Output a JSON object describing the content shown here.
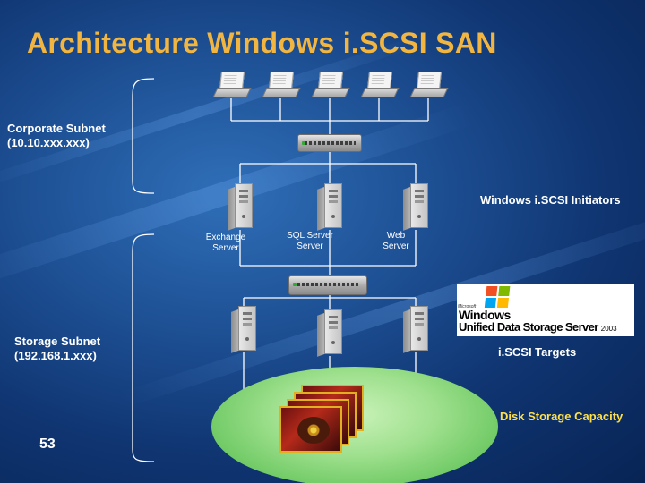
{
  "title": "Architecture  Windows i.SCSI SAN",
  "corporate_subnet": {
    "name": "Corporate Subnet",
    "range": "(10.10.xxx.xxx)"
  },
  "storage_subnet": {
    "name": "Storage Subnet",
    "range": "(192.168.1.xxx)"
  },
  "initiators_label": "Windows i.SCSI Initiators",
  "servers": [
    {
      "line1": "Exchange",
      "line2": "Server"
    },
    {
      "line1": "SQL Server",
      "line2": "Server"
    },
    {
      "line1": "Web",
      "line2": "Server"
    }
  ],
  "windows_logo": {
    "microsoft": "Microsoft",
    "windows": "Windows",
    "product": "Unified Data Storage Server",
    "year": "2003",
    "flag_colors": [
      "#f25022",
      "#7fba00",
      "#00a4ef",
      "#ffb900"
    ]
  },
  "targets_label": "i.SCSI Targets",
  "disk_label": "Disk Storage Capacity",
  "page_number": "53",
  "colors": {
    "title": "#f2b640",
    "disk_label": "#ffe04a",
    "background": "#1d4f93",
    "disk_pool": "#9fe08e"
  },
  "icons": {
    "clients": "laptop-icon",
    "hub": "network-switch-icon",
    "servers": "server-tower-icon",
    "storage": "hard-disk-icon"
  }
}
